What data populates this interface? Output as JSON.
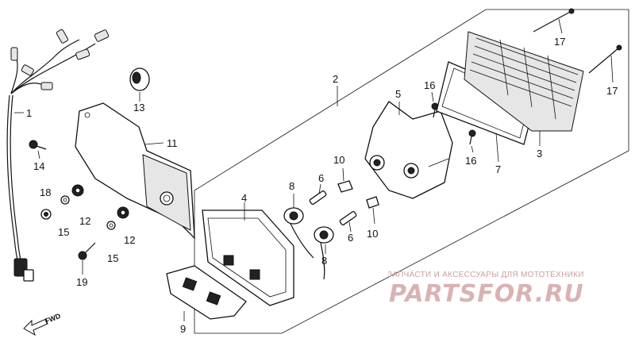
{
  "callouts": {
    "c1": "1",
    "c2": "2",
    "c3": "3",
    "c4": "4",
    "c5": "5",
    "c6a": "6",
    "c6b": "6",
    "c7": "7",
    "c8a": "8",
    "c8b": "8",
    "c9": "9",
    "c10a": "10",
    "c10b": "10",
    "c11": "11",
    "c12a": "12",
    "c12b": "12",
    "c13": "13",
    "c14": "14",
    "c15a": "15",
    "c15b": "15",
    "c16a": "16",
    "c16b": "16",
    "c17a": "17",
    "c17b": "17",
    "c18": "18",
    "c19": "19"
  },
  "fwd_label": "FWD",
  "watermark": {
    "tagline": "ЗАПЧАСТИ И АКСЕССУАРЫ ДЛЯ МОТОТЕХНИКИ",
    "logo": "PARTSFOR.RU",
    "color": "#c8a0a0",
    "logo_color": "#d9b3b3"
  }
}
